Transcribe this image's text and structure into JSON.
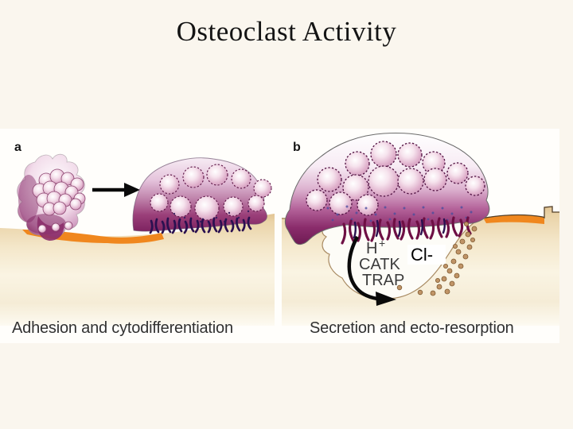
{
  "title": "Osteoclast Activity",
  "figure": {
    "panel_a": {
      "label": "a",
      "caption": "Adhesion and cytodifferentiation"
    },
    "panel_b": {
      "label": "b",
      "caption": "Secretion and ecto-resorption",
      "annotations": {
        "proton": "H",
        "proton_charge": "+",
        "enzyme_cathepsin_k": "CATK",
        "enzyme_trap": "TRAP",
        "chloride": "Cl-"
      }
    },
    "colors": {
      "slide_background": "#FAF6EE",
      "panel_background": "#FFFEFB",
      "bone_tan": "#E7CDA0",
      "sealing_zone_orange": "#F0871E",
      "osteoclast_purple": "#8C2A6B",
      "nucleus_pink": "#D9A6C2",
      "ruffled_border_dark": "#2A1050",
      "ruffled_border_magenta": "#6E0F44",
      "resorbed_particles": "#C09467",
      "caption_text": "#313131"
    }
  }
}
